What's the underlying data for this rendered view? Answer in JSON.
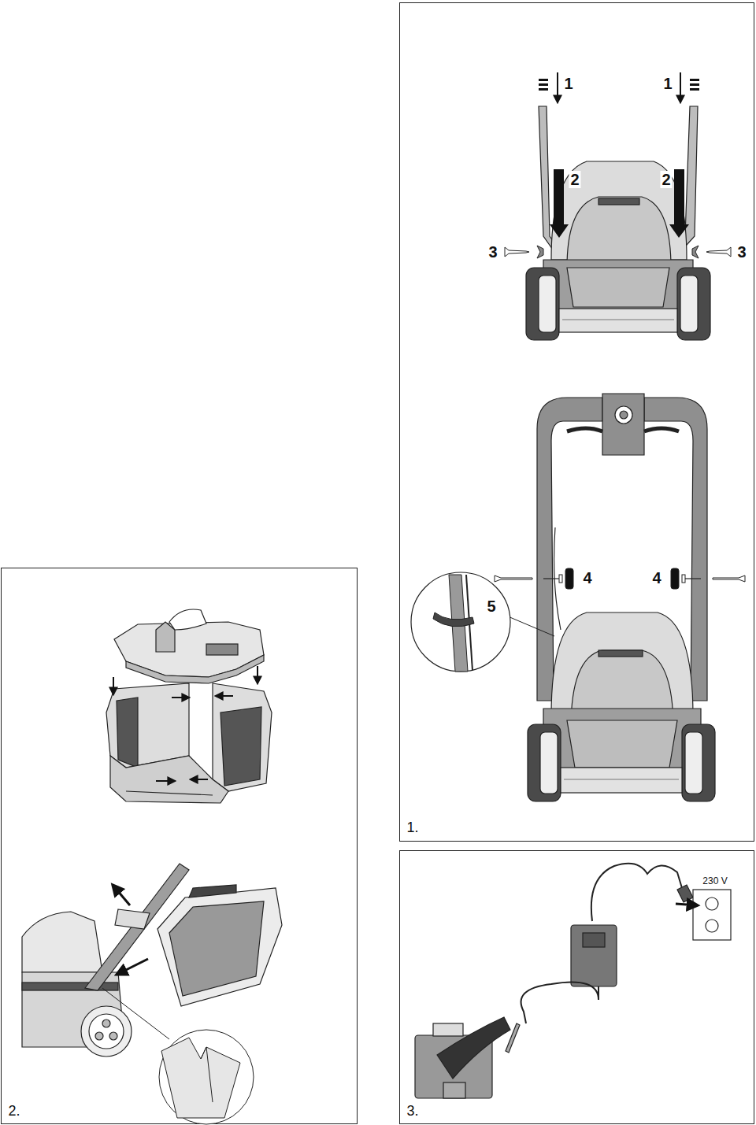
{
  "diagram": {
    "labels": [
      "1",
      "1",
      "2",
      "2",
      "3",
      "3",
      "4",
      "4",
      "5",
      "1.",
      "2.",
      "3.",
      "230 V"
    ]
  }
}
